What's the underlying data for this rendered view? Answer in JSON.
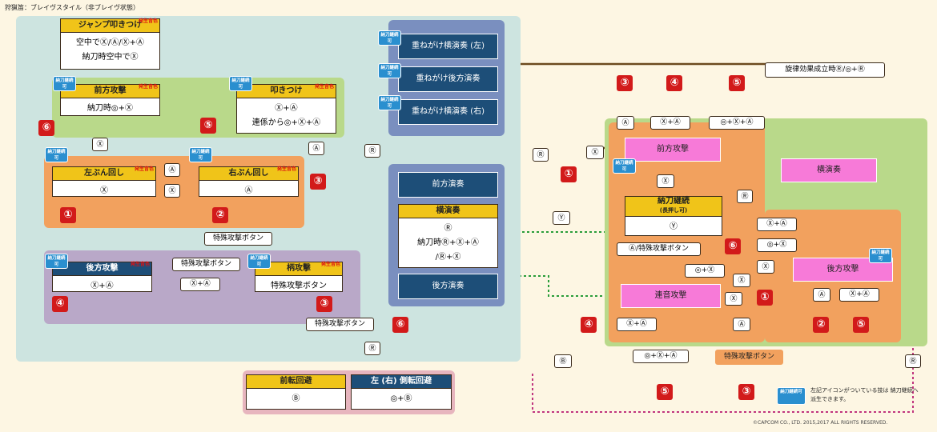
{
  "header": {
    "title": "狩猟笛：ブレイヴスタイル（非ブレイヴ状態）"
  },
  "badge_text": "納刀継続可",
  "flag_text": "発生音色",
  "left": {
    "jump": {
      "title": "ジャンプ叩きつけ",
      "line1": "空中でⓍ/Ⓐ/Ⓧ+Ⓐ",
      "line2": "納刀時空中でⓍ"
    },
    "front": {
      "title": "前方攻撃",
      "body": "納刀時◎+Ⓧ"
    },
    "slam": {
      "title": "叩きつけ",
      "line1": "Ⓧ+Ⓐ",
      "line2": "連係から◎+Ⓧ+Ⓐ"
    },
    "left_swing": {
      "title": "左ぶん回し",
      "body": "Ⓧ"
    },
    "right_swing": {
      "title": "右ぶん回し",
      "body": "Ⓐ"
    },
    "back": {
      "title": "後方攻撃",
      "body": "Ⓧ+Ⓐ"
    },
    "hilt": {
      "title": "柄攻撃",
      "body": "特殊攻撃ボタン"
    }
  },
  "labels": {
    "x": "Ⓧ",
    "a": "Ⓐ",
    "r": "Ⓡ",
    "y": "Ⓨ",
    "b": "Ⓑ",
    "xa": "Ⓧ+Ⓐ",
    "sx": "◎+Ⓧ",
    "sxa": "◎+Ⓧ+Ⓐ",
    "special": "特殊攻撃ボタン",
    "a_special": "Ⓐ/特殊攻撃ボタン",
    "melody": "旋律効果成立時Ⓡ/◎+Ⓡ"
  },
  "performances": {
    "overlay_left": "重ねがけ横演奏 (左)",
    "overlay_back": "重ねがけ後方演奏",
    "overlay_right": "重ねがけ横演奏 (右)",
    "front_play": "前方演奏",
    "side_play": "横演奏",
    "side_play_line1": "Ⓡ",
    "side_play_line2": "納刀時Ⓡ+Ⓧ+Ⓐ",
    "side_play_line3": "/Ⓡ+Ⓧ",
    "back_play": "後方演奏"
  },
  "evades": {
    "roll": "前転回避",
    "roll_key": "Ⓑ",
    "side": "左 (右) 側転回避",
    "side_key": "◎+Ⓑ"
  },
  "right": {
    "front": "前方攻撃",
    "sideplay": "横演奏",
    "sheathe": "納刀継続",
    "sheathe_sub": "(長押し可)",
    "sheathe_key": "Ⓨ",
    "back": "後方攻撃",
    "chain": "連音攻撃"
  },
  "nums": {
    "n1": "①",
    "n2": "②",
    "n3": "③",
    "n4": "④",
    "n5": "⑤",
    "n6": "⑥"
  },
  "note": "左記アイコンがついている技は 納刀継続へ派生できます。",
  "copyright": "©CAPCOM CO., LTD. 2015,2017 ALL RIGHTS RESERVED."
}
